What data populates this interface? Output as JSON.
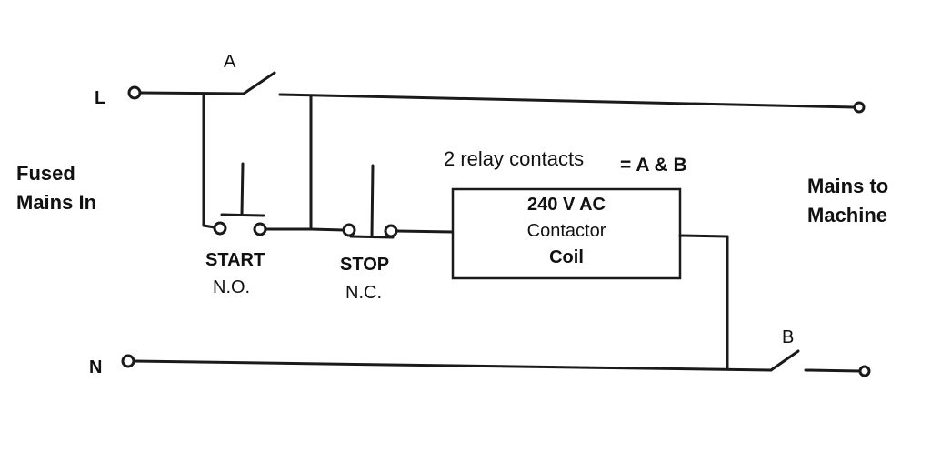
{
  "labels": {
    "live": "L",
    "neutral": "N",
    "fused_mains_in_line1": "Fused",
    "fused_mains_in_line2": "Mains In",
    "mains_to_machine_line1": "Mains to",
    "mains_to_machine_line2": "Machine",
    "relay_contacts": "2 relay contacts",
    "relay_contacts_value": "= A & B",
    "contact_a": "A",
    "contact_b": "B",
    "start_title": "START",
    "start_type": "N.O.",
    "stop_title": "STOP",
    "stop_type": "N.C.",
    "coil_line1": "240 V AC",
    "coil_line2": "Contactor",
    "coil_line3": "Coil"
  }
}
